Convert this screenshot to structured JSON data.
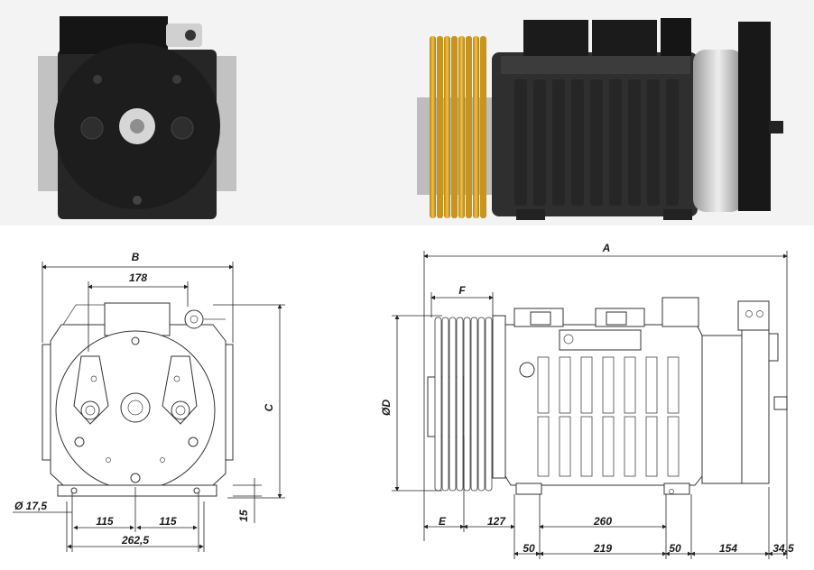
{
  "palette": {
    "motor_black": "#2b2b2b",
    "motor_dark": "#1c1c1c",
    "frame_grey": "#bdbdbd",
    "sheave_gold": "#d8a72a",
    "sheave_shadow": "#9e7413",
    "aluminium": "#c9c9c9",
    "line": "#222222"
  },
  "front_view": {
    "labels": {
      "overall_width": "B",
      "top_width": "178",
      "height": "C",
      "hole_diameter": "Ø  17,5",
      "hole_offset_left": "115",
      "hole_offset_right": "115",
      "base_height": "15",
      "base_width": "262,5"
    }
  },
  "side_view": {
    "labels": {
      "overall_length": "A",
      "sheave_width": "F",
      "sheave_diameter": "ØD",
      "sheave_offset": "E",
      "gap_127": "127",
      "foot_span_260": "260",
      "foot_50_left": "50",
      "foot_219": "219",
      "foot_50_right": "50",
      "brake_154": "154",
      "shaft_34_5": "34,5"
    }
  }
}
